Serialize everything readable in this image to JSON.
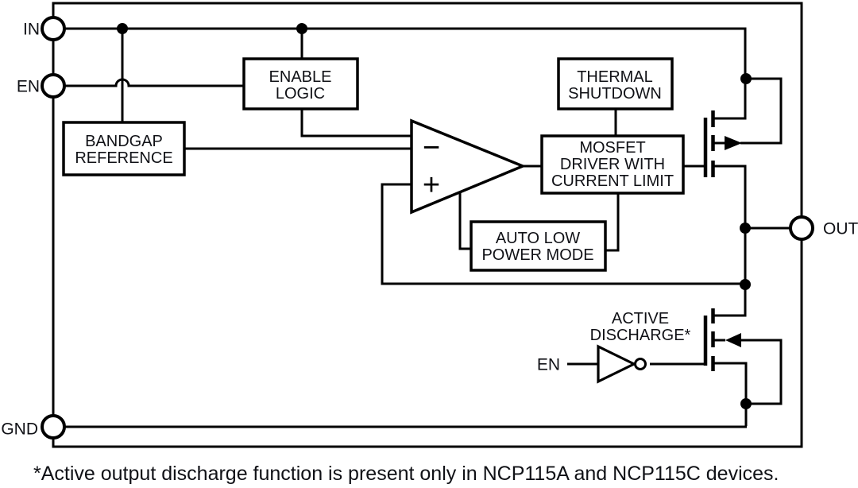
{
  "pins": {
    "in": "IN",
    "en": "EN",
    "gnd": "GND",
    "out": "OUT"
  },
  "blocks": {
    "enable_logic": {
      "lines": [
        "ENABLE",
        "LOGIC"
      ]
    },
    "bandgap_reference": {
      "lines": [
        "BANDGAP",
        "REFERENCE"
      ]
    },
    "thermal_shutdown": {
      "lines": [
        "THERMAL",
        "SHUTDOWN"
      ]
    },
    "mosfet_driver": {
      "lines": [
        "MOSFET",
        "DRIVER WITH",
        "CURRENT LIMIT"
      ]
    },
    "auto_low_power": {
      "lines": [
        "AUTO LOW",
        "POWER MODE"
      ]
    }
  },
  "labels": {
    "active_discharge": {
      "lines": [
        "ACTIVE",
        "DISCHARGE*"
      ]
    },
    "inverter_input": "EN",
    "amp_inverting": "−",
    "amp_noninverting": "+"
  },
  "footnote": "*Active output discharge function is present only in NCP115A and NCP115C devices.",
  "colors": {
    "line": "#000000",
    "text": "#101116",
    "background": "#ffffff"
  }
}
